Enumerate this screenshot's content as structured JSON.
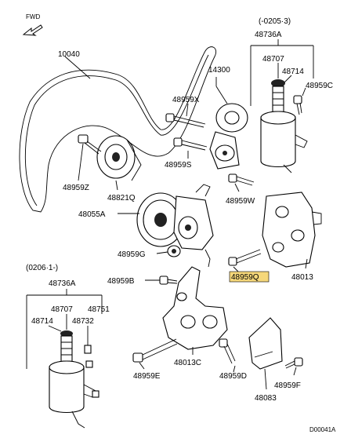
{
  "header": {
    "fwd_label": "FWD"
  },
  "footer": {
    "drawing_code": "D00041A"
  },
  "groups": {
    "upper_range": "(-0205·3)",
    "lower_range": "(0206·1-)"
  },
  "labels": {
    "p10040": "10040",
    "p14300": "14300",
    "p48736a_top": "48736A",
    "p48707_top": "48707",
    "p48714_top": "48714",
    "p48959c": "48959C",
    "p48959x": "48959X",
    "p48959s": "48959S",
    "p48959z": "48959Z",
    "p48821q": "48821Q",
    "p48055a": "48055A",
    "p48959w": "48959W",
    "p48959g": "48959G",
    "p48959b": "48959B",
    "p48959q": "48959Q",
    "p48013": "48013",
    "p48736a_bot": "48736A",
    "p48707_bot": "48707",
    "p48714_bot": "48714",
    "p48732": "48732",
    "p48751": "48751",
    "p48013c": "48013C",
    "p48959e": "48959E",
    "p48959d": "48959D",
    "p48959f": "48959F",
    "p48083": "48083"
  },
  "highlight": {
    "part": "48959Q",
    "color": "#f5d77a"
  }
}
